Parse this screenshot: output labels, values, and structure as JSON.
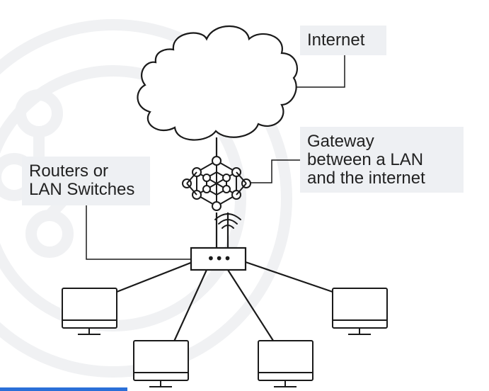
{
  "labels": {
    "internet": "Internet",
    "gateway": [
      "Gateway",
      "between a LAN",
      "and the internet"
    ],
    "routers": [
      "Routers or",
      "LAN Switches"
    ]
  },
  "switch": {
    "ports": "•••"
  },
  "colors": {
    "stroke": "#1a1a1a",
    "label_bg": "#eef0f3",
    "watermark": "#f1f2f4",
    "accent_bar": "#2a6fd8"
  },
  "icons": [
    "cloud-icon",
    "gateway-hexagon-icon",
    "wifi-icon",
    "switch-icon",
    "monitor-icon"
  ]
}
